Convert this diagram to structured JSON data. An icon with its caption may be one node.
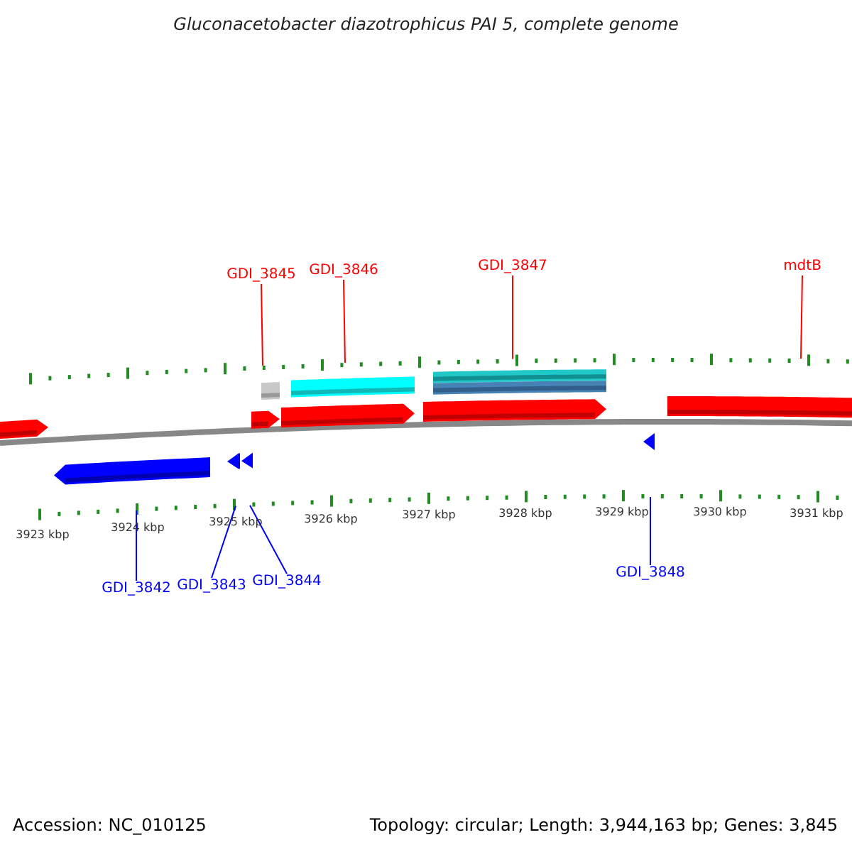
{
  "diagram": {
    "title": "Gluconacetobacter diazotrophicus PAI 5, complete genome",
    "nodes": [
      {
        "text": [
          "GDI_3845"
        ]
      },
      {
        "text": [
          "GDI_3846"
        ]
      },
      {
        "text": [
          "GDI_3847"
        ]
      },
      {
        "text": [
          "mdtB"
        ]
      },
      {
        "text": [
          "GDI_3842"
        ]
      },
      {
        "text": [
          "GDI_3843"
        ]
      },
      {
        "text": [
          "GDI_3844"
        ]
      },
      {
        "text": [
          "GDI_3848"
        ]
      },
      {
        "text": [],
        "shape": "bar"
      },
      {
        "text": [],
        "shape": "bar"
      }
    ],
    "edges": [
      {
        "from": 0,
        "to": 8,
        "arrow": "none",
        "color": "#ff0000"
      },
      {
        "from": 1,
        "to": 8,
        "arrow": "none",
        "color": "#ff0000"
      },
      {
        "from": 2,
        "to": 8,
        "arrow": "none",
        "color": "#ff0000"
      },
      {
        "from": 3,
        "to": 8,
        "arrow": "none",
        "color": "#ff0000"
      },
      {
        "from": 4,
        "to": 9,
        "arrow": "none",
        "color": "#0000ff"
      },
      {
        "from": 5,
        "to": 9,
        "arrow": "none",
        "color": "#0000ff"
      },
      {
        "from": 6,
        "to": 9,
        "arrow": "none",
        "color": "#0000ff"
      },
      {
        "from": 7,
        "to": 9,
        "arrow": "none",
        "color": "#0000ff"
      }
    ],
    "labels": [
      "3923 kbp",
      "3924 kbp",
      "3925 kbp",
      "3926 kbp",
      "3927 kbp",
      "3928 kbp",
      "3929 kbp",
      "3930 kbp",
      "3931 kbp",
      "Accession: NC_010125",
      "Topology: circular; Length: 3,944,163 bp; Genes: 3,845"
    ]
  }
}
